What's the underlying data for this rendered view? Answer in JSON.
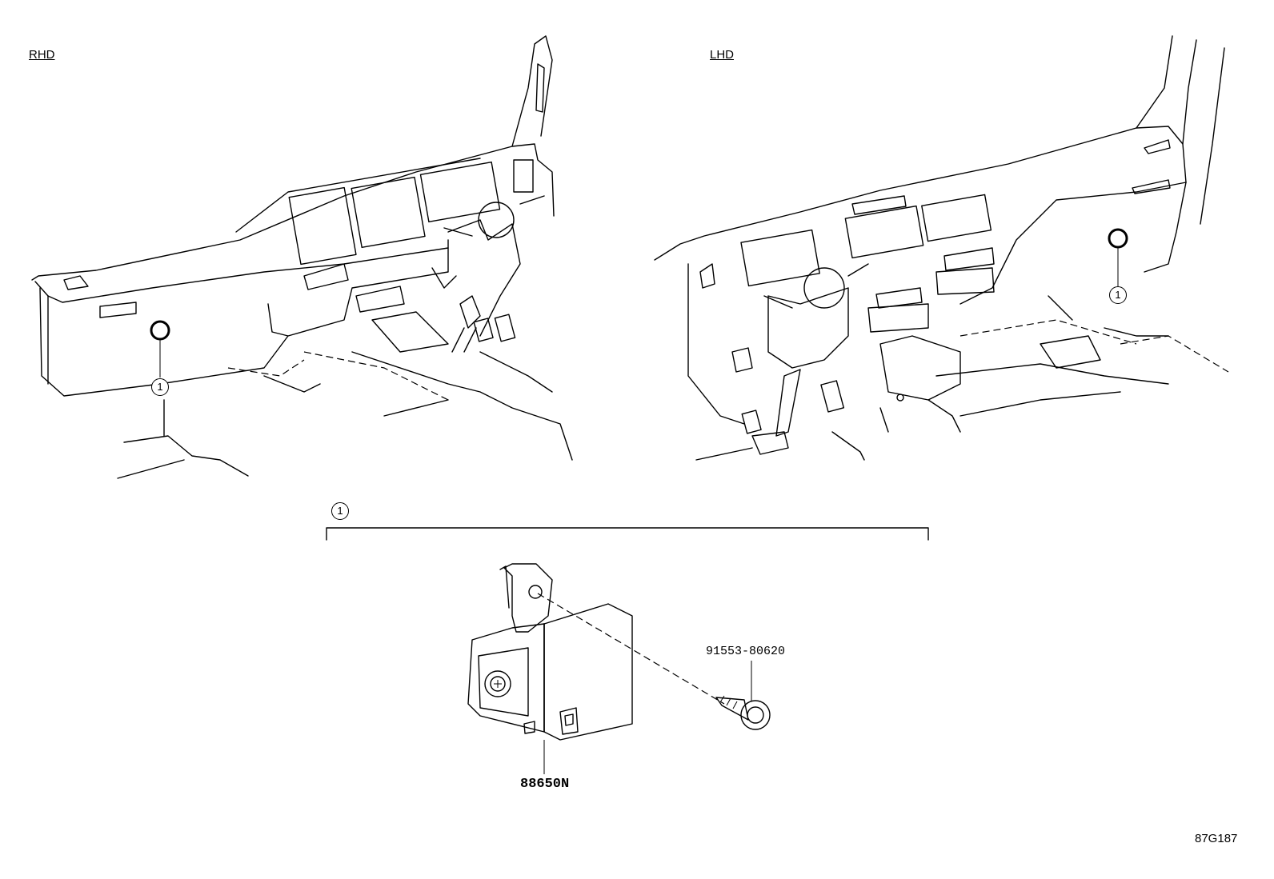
{
  "views": {
    "rhd_label": "RHD",
    "lhd_label": "LHD"
  },
  "callouts": {
    "rhd_index": "1",
    "lhd_index": "1",
    "group_index": "1"
  },
  "parts": {
    "main_part_no": "88650N",
    "bolt_part_no": "91553-80620"
  },
  "diagram_ref": "87G187"
}
